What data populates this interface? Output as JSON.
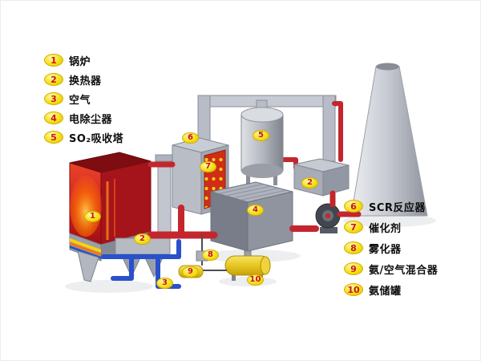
{
  "legend_left": {
    "items": [
      {
        "num": "1",
        "label": "锅炉"
      },
      {
        "num": "2",
        "label": "换热器"
      },
      {
        "num": "3",
        "label": "空气"
      },
      {
        "num": "4",
        "label": "电除尘器"
      },
      {
        "num": "5",
        "label": "SO₂吸收塔"
      }
    ]
  },
  "legend_right": {
    "items": [
      {
        "num": "6",
        "label": "SCR反应器"
      },
      {
        "num": "7",
        "label": "催化剂"
      },
      {
        "num": "8",
        "label": "雾化器"
      },
      {
        "num": "9",
        "label": "氨/空气混合器"
      },
      {
        "num": "10",
        "label": "氨储罐"
      }
    ]
  },
  "diagram": {
    "badges": [
      "1",
      "2",
      "3",
      "2",
      "4",
      "5",
      "6",
      "7",
      "8",
      "9",
      "10"
    ]
  },
  "colors": {
    "badge_fill": "#f2d400",
    "badge_number": "#cc1414",
    "pipe_red": "#c4262e",
    "pipe_blue": "#2a50cc",
    "tank_yellow": "#e7c622",
    "steel_grey": "#b8bcc6",
    "flame_orange": "#ff7a00"
  }
}
